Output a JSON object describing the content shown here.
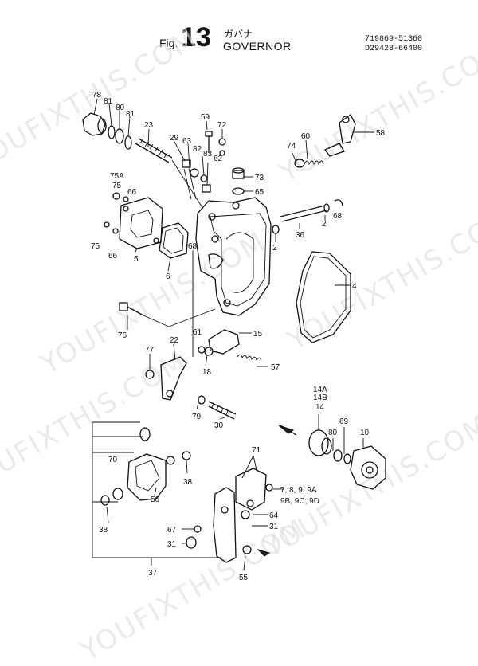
{
  "header": {
    "fig_prefix": "Fig.",
    "fig_number": "13",
    "title_jp": "ガバナ",
    "title_en": "GOVERNOR",
    "code_line1": "719869-51360",
    "code_line2": "D29428-66400"
  },
  "watermark": "YOUFIXTHIS.COM",
  "callouts": {
    "c78": "78",
    "c81a": "81",
    "c80": "80",
    "c81b": "81",
    "c23": "23",
    "c59": "59",
    "c72": "72",
    "c29": "29",
    "c63": "63",
    "c82": "82",
    "c83": "83",
    "c62": "62",
    "c60": "60",
    "c74": "74",
    "c58": "58",
    "c73": "73",
    "c65": "65",
    "c75a": "75A",
    "c75b": "75",
    "c66a": "66",
    "c75c": "75",
    "c66b": "66",
    "c5": "5",
    "c6": "6",
    "c68a": "68",
    "c2a": "2",
    "c36": "36",
    "c2b": "2",
    "c68b": "68",
    "c4": "4",
    "c76": "76",
    "c61": "61",
    "c15": "15",
    "c77": "77",
    "c22": "22",
    "c18": "18",
    "c57": "57",
    "c79": "79",
    "c30": "30",
    "c14a": "14A",
    "c14b": "14B",
    "c14": "14",
    "c80b": "80",
    "c69": "69",
    "c10": "10",
    "c70": "70",
    "c56": "56",
    "c38a": "38",
    "c38b": "38",
    "c71": "71",
    "c789": "7, 8, 9, 9A",
    "c9bcd": "9B, 9C, 9D",
    "c64": "64",
    "c31a": "31",
    "c67": "67",
    "c31b": "31",
    "c37": "37",
    "c55": "55"
  }
}
